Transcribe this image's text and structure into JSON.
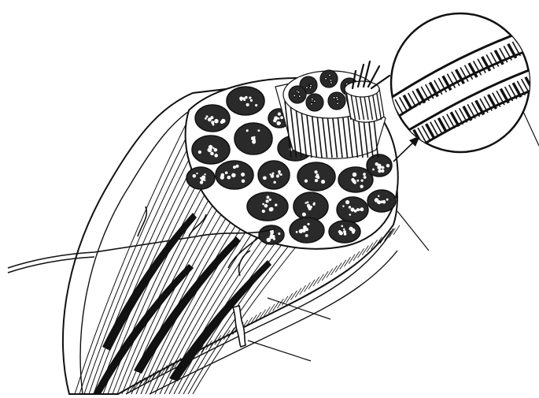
{
  "figure": {
    "subject": "muscle-anatomy-cross-section",
    "labels": [],
    "colors": {
      "ink": "#111111",
      "paper": "#ffffff",
      "fascicle_fill": "#2a2a2a",
      "speckle": "#ffffff"
    },
    "icons": [
      "muscle-bundle",
      "magnifier-circle",
      "blood-vessel",
      "nerve"
    ]
  }
}
